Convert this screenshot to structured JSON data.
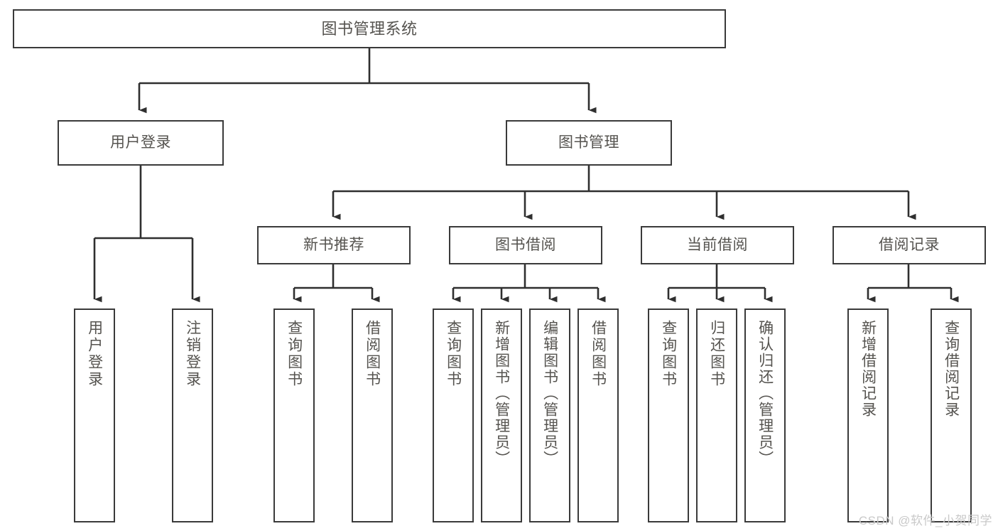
{
  "diagram": {
    "type": "tree",
    "title": "图书管理系统",
    "root": {
      "label": "图书管理系统"
    },
    "level2": [
      {
        "label": "用户登录"
      },
      {
        "label": "图书管理"
      }
    ],
    "level3": [
      {
        "label": "新书推荐"
      },
      {
        "label": "图书借阅"
      },
      {
        "label": "当前借阅"
      },
      {
        "label": "借阅记录"
      }
    ],
    "leaves": {
      "user_login": [
        {
          "label": "用户登录"
        },
        {
          "label": "注销登录"
        }
      ],
      "new_book_recommend": [
        {
          "label": "查询图书"
        },
        {
          "label": "借阅图书"
        }
      ],
      "book_borrow": [
        {
          "label": "查询图书"
        },
        {
          "label": "新增图书（管理员）"
        },
        {
          "label": "编辑图书（管理员）"
        },
        {
          "label": "借阅图书"
        }
      ],
      "current_borrow": [
        {
          "label": "查询图书"
        },
        {
          "label": "归还图书"
        },
        {
          "label": "确认归还（管理员）"
        }
      ],
      "borrow_record": [
        {
          "label": "新增借阅记录"
        },
        {
          "label": "查询借阅记录"
        }
      ]
    }
  },
  "watermark": {
    "text": "CSDN @软件_小贺同学"
  },
  "colors": {
    "stroke": "#3a3a3a",
    "text": "#55534f",
    "background": "#ffffff",
    "watermark": "#c9c9c9"
  }
}
